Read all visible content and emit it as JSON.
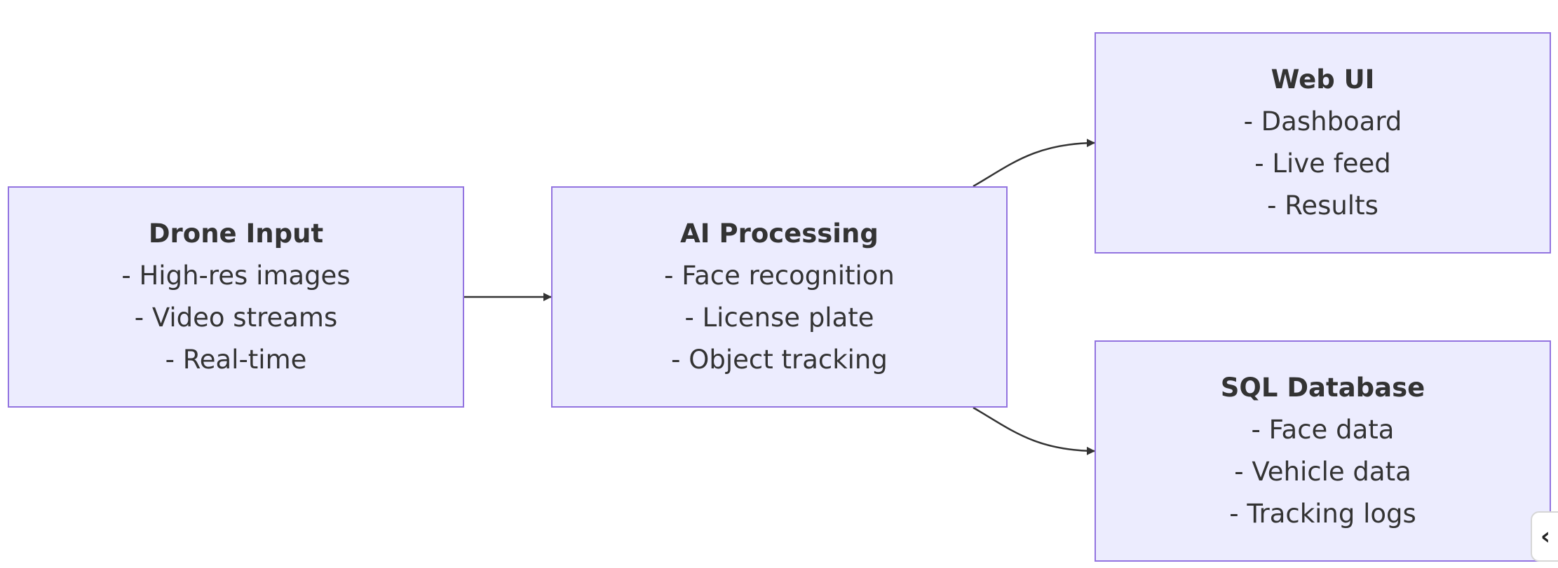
{
  "diagram": {
    "nodes": [
      {
        "id": "drone",
        "title": "Drone Input",
        "lines": [
          "- High-res images",
          "- Video streams",
          "- Real-time"
        ]
      },
      {
        "id": "ai",
        "title": "AI Processing",
        "lines": [
          "- Face recognition",
          "- License plate",
          "- Object tracking"
        ]
      },
      {
        "id": "web",
        "title": "Web UI",
        "lines": [
          "- Dashboard",
          "- Live feed",
          "- Results"
        ]
      },
      {
        "id": "sql",
        "title": "SQL Database",
        "lines": [
          "- Face data",
          "- Vehicle data",
          "- Tracking logs"
        ]
      }
    ],
    "edges": [
      {
        "from": "drone",
        "to": "ai"
      },
      {
        "from": "ai",
        "to": "web"
      },
      {
        "from": "ai",
        "to": "sql"
      }
    ],
    "colors": {
      "node_fill": "#ececfe",
      "node_border": "#9273e0",
      "edge": "#333333",
      "text": "#333333"
    }
  },
  "ui": {
    "collapse_icon": "chevron-left-icon",
    "collapse_glyph": "‹"
  }
}
